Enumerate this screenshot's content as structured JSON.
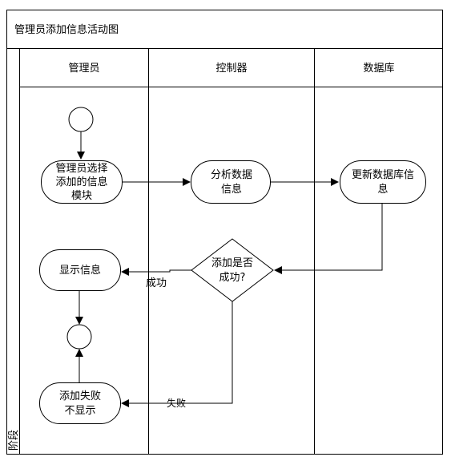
{
  "diagram": {
    "title": "管理员添加信息活动图",
    "phase_label": "阶段",
    "lanes": [
      {
        "id": "admin",
        "label": "管理员"
      },
      {
        "id": "controller",
        "label": "控制器"
      },
      {
        "id": "database",
        "label": "数据库"
      }
    ],
    "nodes": {
      "start": {
        "type": "start"
      },
      "select": {
        "type": "activity",
        "lines": [
          "管理员选择",
          "添加的信息",
          "模块"
        ]
      },
      "analyze": {
        "type": "activity",
        "lines": [
          "分析数据",
          "信息"
        ]
      },
      "update": {
        "type": "activity",
        "lines": [
          "更新数据库信",
          "息"
        ]
      },
      "decision": {
        "type": "decision",
        "lines": [
          "添加是否",
          "成功?"
        ]
      },
      "show": {
        "type": "activity",
        "lines": [
          "显示信息"
        ]
      },
      "end": {
        "type": "end"
      },
      "fail": {
        "type": "activity",
        "lines": [
          "添加失败",
          "不显示"
        ]
      }
    },
    "edges": [
      {
        "id": "start-to-select",
        "label": ""
      },
      {
        "id": "select-to-analyze",
        "label": ""
      },
      {
        "id": "analyze-to-update",
        "label": ""
      },
      {
        "id": "update-to-decision",
        "label": ""
      },
      {
        "id": "decision-to-show",
        "label": "成功"
      },
      {
        "id": "decision-to-fail",
        "label": "失败"
      },
      {
        "id": "show-to-end",
        "label": ""
      },
      {
        "id": "fail-to-end",
        "label": ""
      }
    ]
  }
}
